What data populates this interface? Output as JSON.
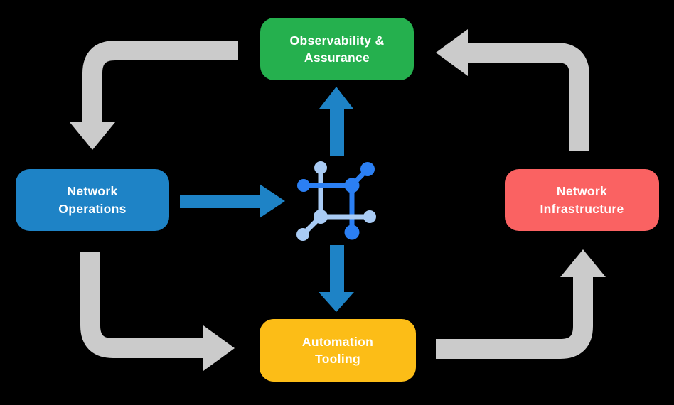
{
  "diagram": {
    "background_color": "#000000",
    "nodes": {
      "observability": {
        "line1": "Observability &",
        "line2": "Assurance",
        "color": "#25B04E"
      },
      "network_operations": {
        "line1": "Network",
        "line2": "Operations",
        "color": "#1E83C6"
      },
      "network_infrastructure": {
        "line1": "Network",
        "line2": "Infrastructure",
        "color": "#FA6262"
      },
      "automation_tooling": {
        "line1": "Automation",
        "line2": "Tooling",
        "color": "#FCBD17"
      }
    },
    "center_icon": "network-mesh-icon",
    "colors": {
      "cycle_arrow_gray": "#CBCBCB",
      "straight_arrow_blue": "#1E83C6",
      "icon_bright_blue": "#2B7FF3",
      "icon_light_blue": "#A9CBF4",
      "box_text": "#FFFFFF"
    },
    "edges": [
      "Observability & Assurance -> Network Operations",
      "Network Operations -> Automation Tooling",
      "Automation Tooling -> Network Infrastructure",
      "Network Infrastructure -> Observability & Assurance",
      "Network Operations -> center-icon",
      "center-icon -> Observability & Assurance",
      "center-icon -> Automation Tooling"
    ]
  }
}
